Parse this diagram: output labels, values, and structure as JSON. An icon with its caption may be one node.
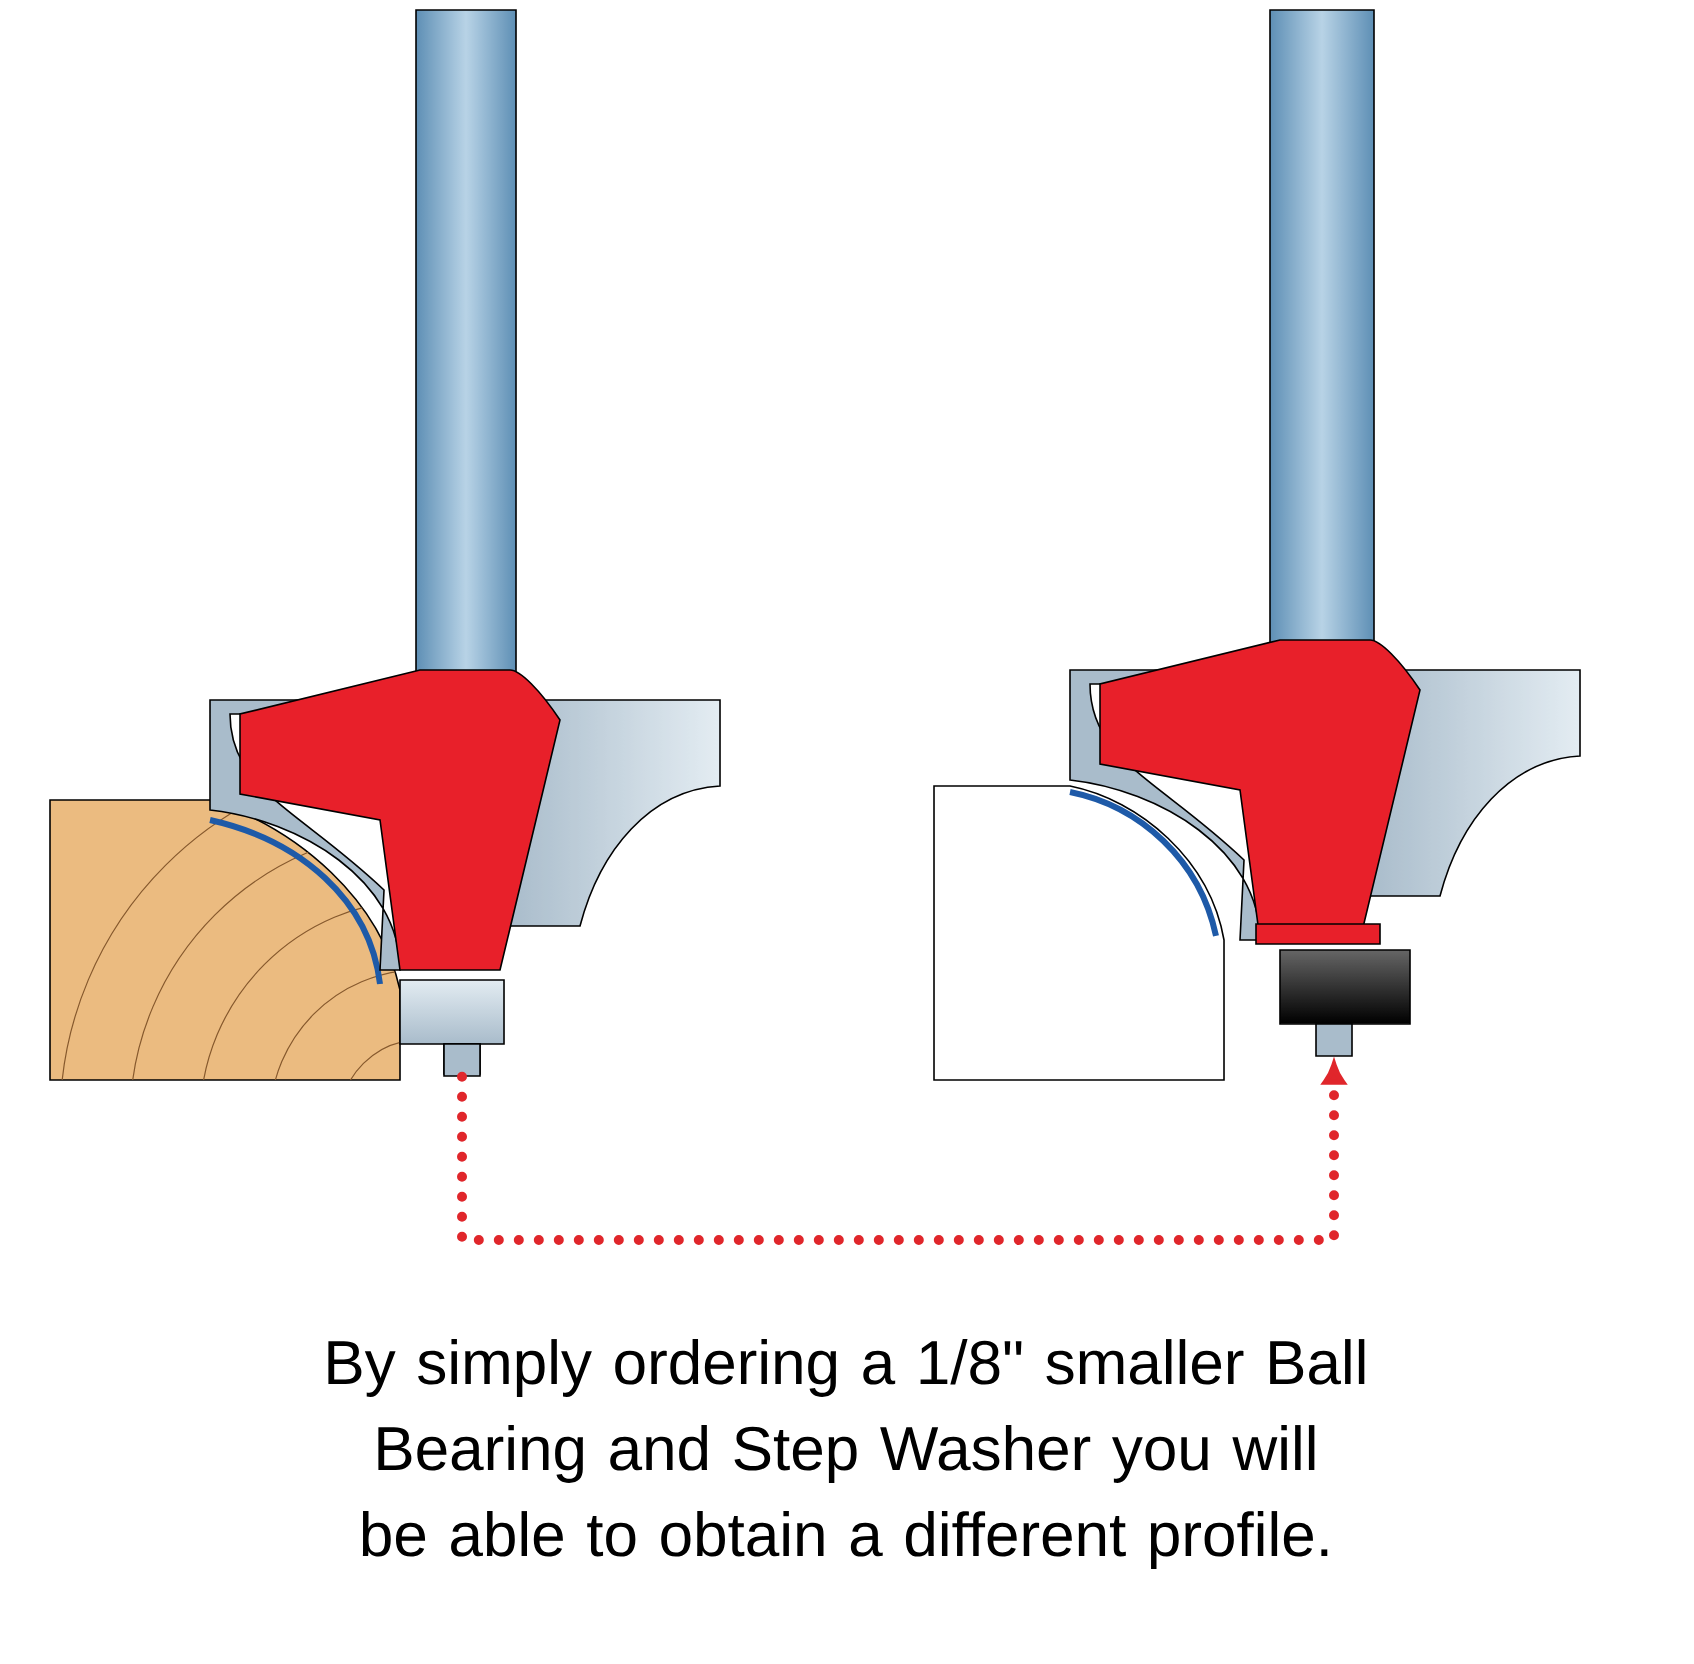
{
  "diagram": {
    "caption": "By simply ordering a 1/8\" smaller Ball Bearing and Step Washer you will be able to obtain a different profile.",
    "nodes": [
      {
        "text": [],
        "shape": "box"
      },
      {
        "text": [],
        "shape": "box"
      }
    ],
    "edges": [
      {
        "from": 0,
        "to": 1,
        "arrow": "to",
        "style": "dashed"
      }
    ]
  }
}
